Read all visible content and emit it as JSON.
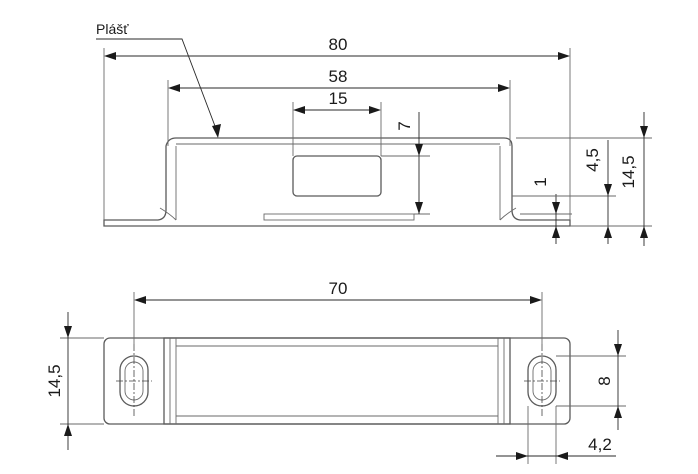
{
  "top_view": {
    "callout": "Plášť",
    "dim_overall_width": "80",
    "dim_housing_width": "58",
    "dim_window_width": "15",
    "dim_window_height": "7",
    "dim_base_thickness": "1",
    "dim_flange_height": "4,5",
    "dim_total_height": "14,5"
  },
  "bottom_view": {
    "dim_hole_spacing": "70",
    "dim_height": "14,5",
    "dim_slot_length": "8",
    "dim_slot_width": "4,2"
  }
}
